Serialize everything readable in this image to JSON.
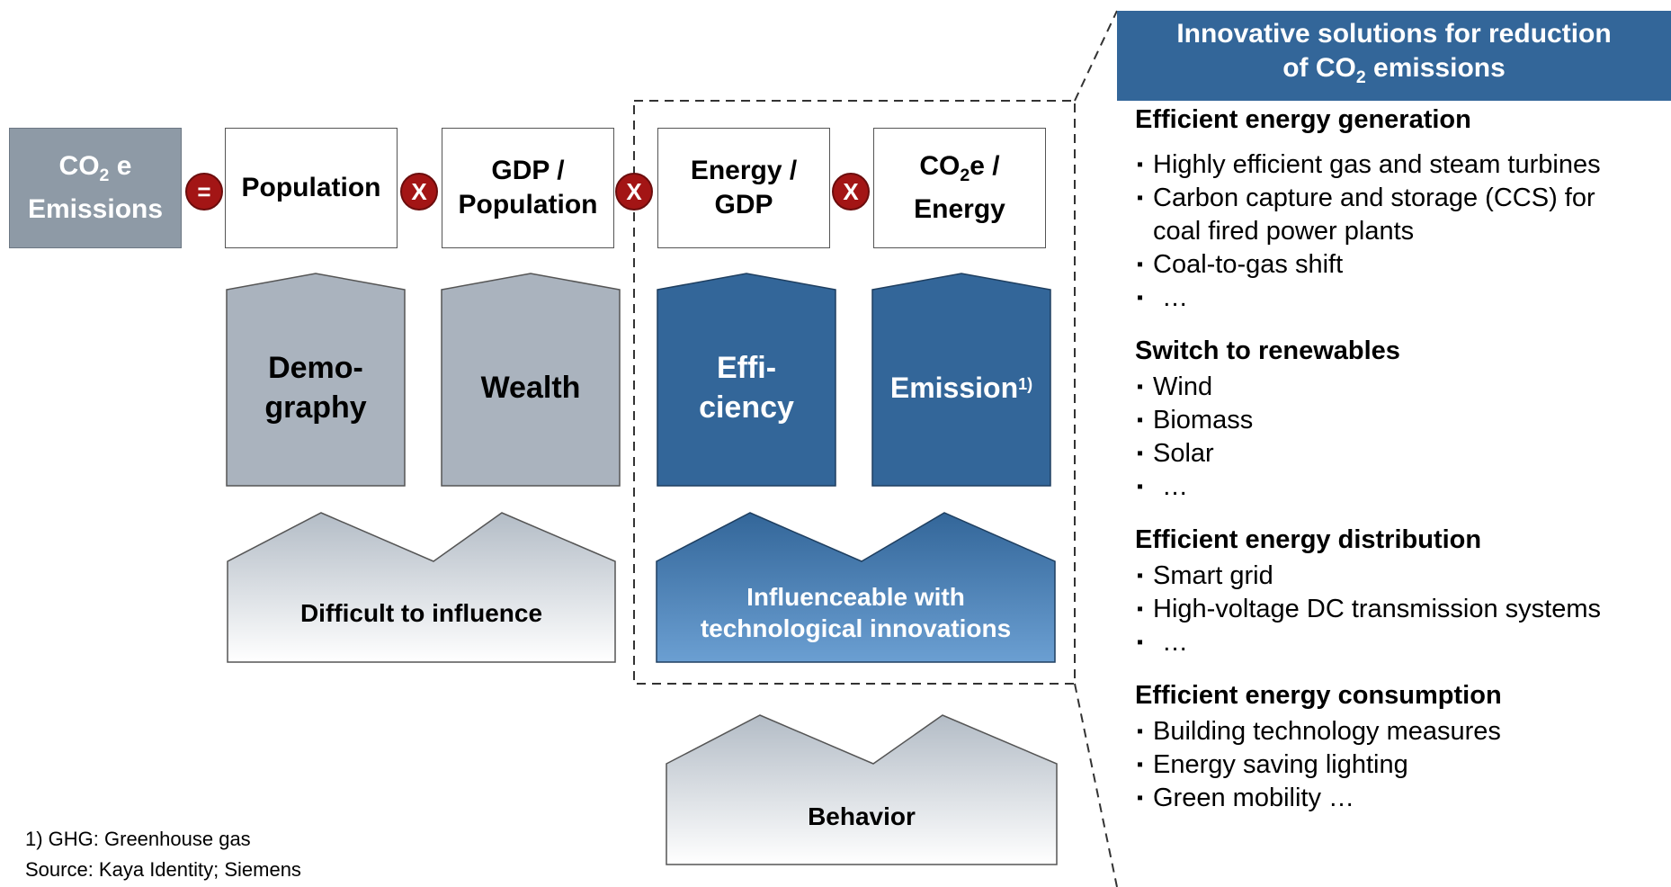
{
  "equation": {
    "lhs": {
      "prefix": "CO",
      "sub": "2",
      "suffix": " e",
      "line2": "Emissions"
    },
    "equals": "=",
    "times": "X",
    "factors": [
      {
        "line1": "Population",
        "line2": ""
      },
      {
        "line1": "GDP /",
        "line2": "Population"
      },
      {
        "line1": "Energy /",
        "line2": "GDP"
      },
      {
        "co2_prefix": "CO",
        "co2_sub": "2",
        "co2_suffix": "e /",
        "line2": "Energy"
      }
    ]
  },
  "drivers": [
    {
      "line1": "Demo-",
      "line2": "graphy"
    },
    {
      "line1": "Wealth",
      "line2": ""
    },
    {
      "line1": "Effi-",
      "line2": "ciency"
    },
    {
      "line1": "Emission",
      "sup": "1)"
    }
  ],
  "groups": {
    "difficult": "Difficult to influence",
    "influenceable_line1": "Influenceable with",
    "influenceable_line2": "technological innovations",
    "behavior": "Behavior"
  },
  "panel": {
    "title_line1": "Innovative solutions for reduction",
    "title_line2_prefix": "of CO",
    "title_line2_sub": "2",
    "title_line2_suffix": " emissions",
    "bullet": "▪",
    "sections": [
      {
        "title": "Efficient energy generation",
        "items": [
          "Highly efficient gas and steam turbines",
          "Carbon capture and storage (CCS) for",
          "coal fired power plants",
          "Coal-to-gas shift",
          "…"
        ]
      },
      {
        "title": "Switch to renewables",
        "items": [
          "Wind",
          "Biomass",
          "Solar",
          "…"
        ]
      },
      {
        "title": "Efficient energy distribution",
        "items": [
          "Smart grid",
          "High-voltage DC transmission systems",
          "…"
        ]
      },
      {
        "title": "Efficient energy consumption",
        "items": [
          "Building technology measures",
          "Energy saving lighting",
          "Green mobility …"
        ]
      }
    ]
  },
  "footnote": "1) GHG: Greenhouse gas",
  "source": "Source: Kaya Identity; Siemens",
  "colors": {
    "grey": "#aab3be",
    "blue": "#336699",
    "blue_light": "#5b8fc4",
    "op_red": "#a31515"
  }
}
